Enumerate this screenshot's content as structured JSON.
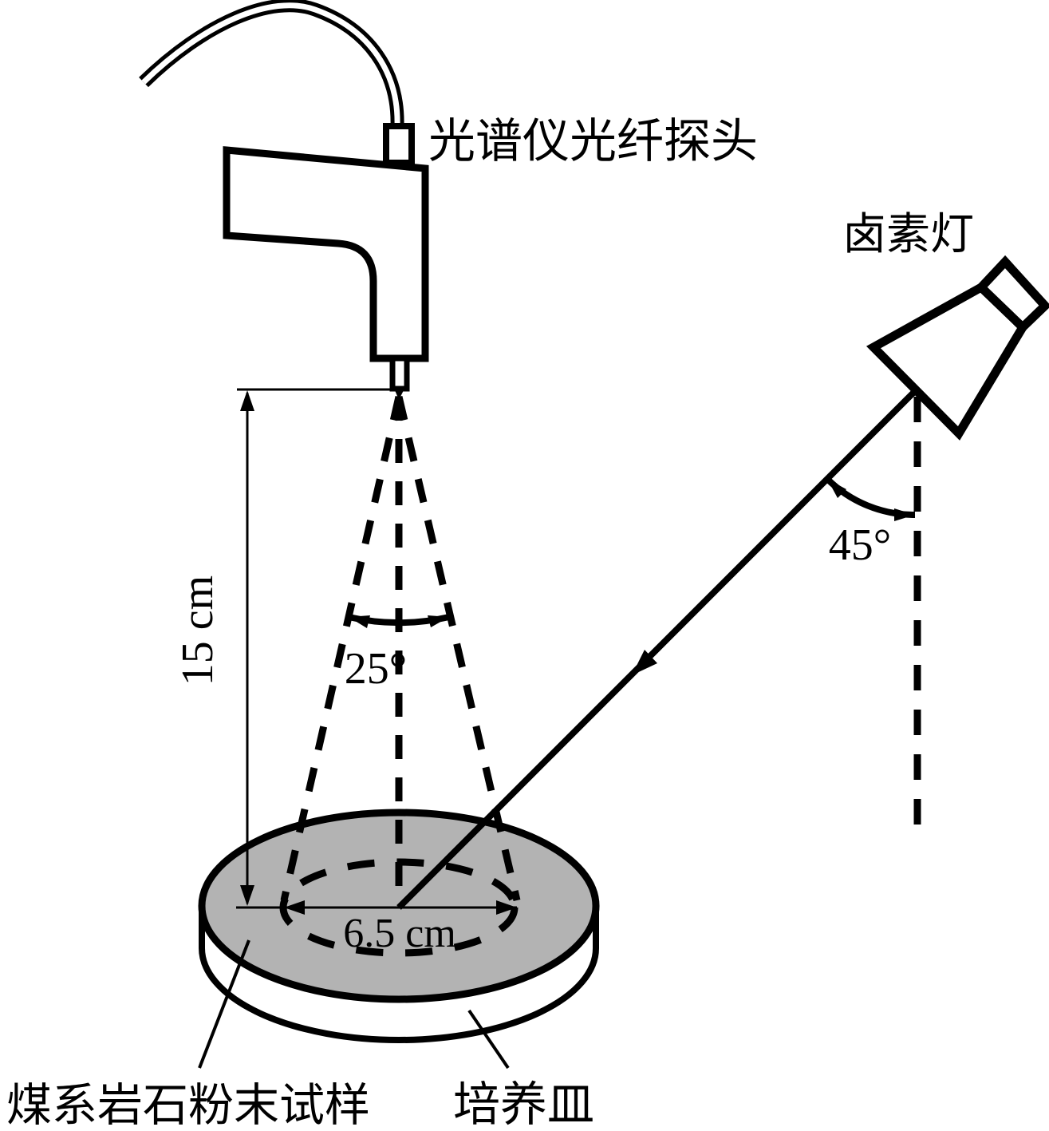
{
  "diagram": {
    "type": "spectral-measurement-experimental-setup",
    "labels": {
      "probe": "光谱仪光纤探头",
      "lamp": "卤素灯",
      "sample": "煤系岩石粉末试样",
      "dish": "培养皿"
    },
    "measurements": {
      "probe_height": "15 cm",
      "spot_diameter": "6.5 cm",
      "lamp_angle": "45°",
      "cone_angle": "25°"
    },
    "colors": {
      "line": "#000000",
      "background": "#ffffff",
      "sample_fill": "#b3b3b3"
    }
  }
}
